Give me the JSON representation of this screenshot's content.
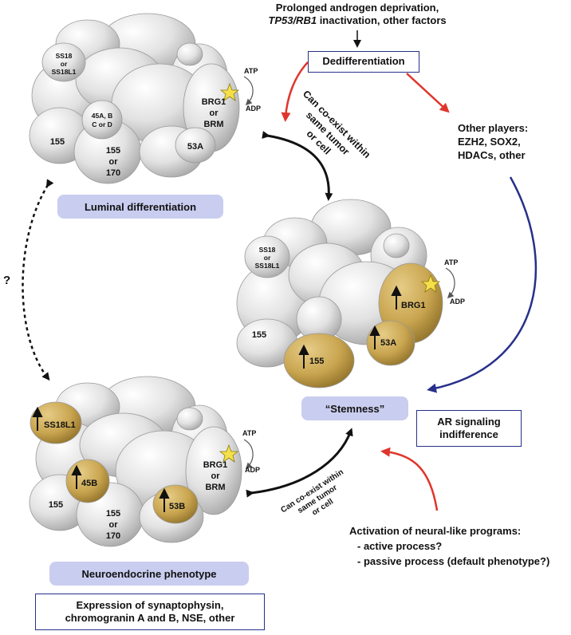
{
  "header": {
    "line1": "Prolonged androgen deprivation,",
    "line2_italic": "TP53/RB1",
    "line2_rest": " inactivation, other factors"
  },
  "dedifferentiation": "Dedifferentiation",
  "other_players": [
    "Other players:",
    "EZH2, SOX2,",
    "HDACs, other"
  ],
  "coexist_top": [
    "Can co-exist within",
    "same tumor",
    "or cell"
  ],
  "coexist_bottom": [
    "Can co-exist within",
    "same tumor",
    "or cell"
  ],
  "question_mark": "?",
  "luminal": {
    "caption": "Luminal differentiation",
    "ss18": [
      "SS18",
      "or",
      "SS18L1"
    ],
    "sub45": [
      "45A, B",
      "C or D"
    ],
    "brg1": [
      "BRG1",
      "or",
      "BRM"
    ],
    "p155": "155",
    "p155or170": [
      "155",
      "or",
      "170"
    ],
    "p53": "53A",
    "atp": "ATP",
    "adp": "ADP"
  },
  "stemness_complex": {
    "ss18": [
      "SS18",
      "or",
      "SS18L1"
    ],
    "brg1": "BRG1",
    "p155_white": "155",
    "p155_gold": "155",
    "p53": "53A",
    "atp": "ATP",
    "adp": "ADP"
  },
  "stemness": {
    "caption": "“Stemness”",
    "ar_box": [
      "AR signaling",
      "indifference"
    ]
  },
  "neuro": {
    "caption": "Neuroendocrine phenotype",
    "ss18": "SS18L1",
    "p45": "45B",
    "brg1": [
      "BRG1",
      "or",
      "BRM"
    ],
    "p155": "155",
    "p155or170": [
      "155",
      "or",
      "170"
    ],
    "p53": "53B",
    "atp": "ATP",
    "adp": "ADP",
    "expression_box": [
      "Expression of synaptophysin,",
      "chromogranin A and B, NSE, other"
    ]
  },
  "activation": {
    "title": "Activation of neural-like programs:",
    "item1": "- active process?",
    "item2": "- passive process (default phenotype?)"
  },
  "colors": {
    "gray_blob": "#d8d8d8",
    "gold_blob": "#c8a552",
    "pill_fill": "#c9cdef",
    "frame_blue": "#27308a",
    "red_arrow": "#e0352b",
    "blue_arrow": "#27308a",
    "star": "#f6e04a"
  }
}
